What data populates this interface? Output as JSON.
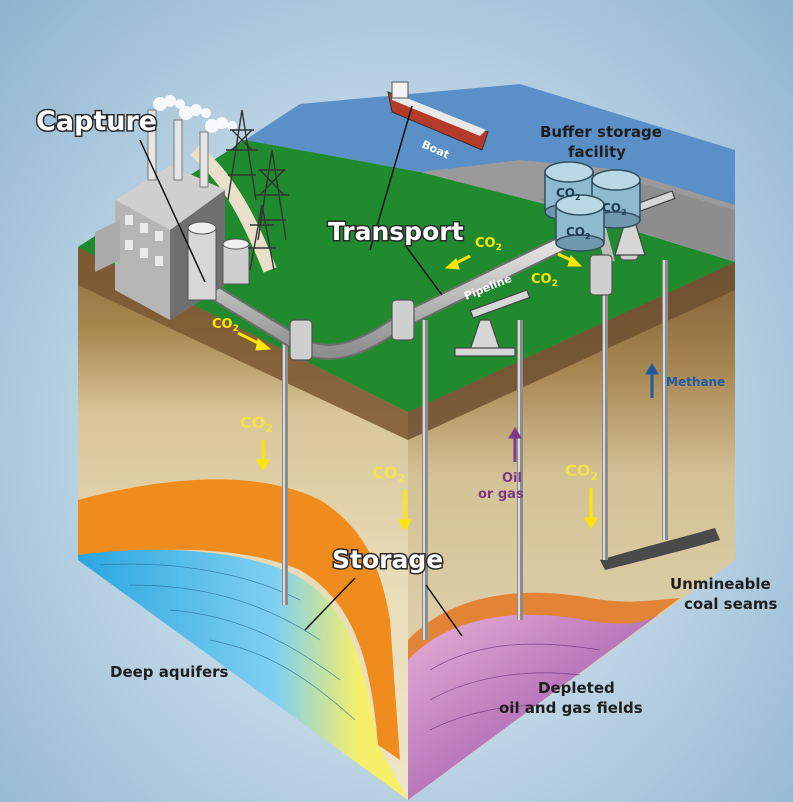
{
  "labels": {
    "capture": "Capture",
    "transport": "Transport",
    "storage": "Storage",
    "boat": "Boat",
    "pipeline": "Pipeline",
    "buffer_line1": "Buffer storage",
    "buffer_line2": "facility",
    "methane": "Methane",
    "oil_line1": "Oil",
    "oil_line2": "or gas",
    "deep_aquifers": "Deep aquifers",
    "depleted_line1": "Depleted",
    "depleted_line2": "oil and gas fields",
    "coal_line1": "Unmineable",
    "coal_line2": "coal seams"
  },
  "co2": {
    "base": "CO",
    "sub": "2"
  },
  "colors": {
    "grass": "#1f8a2e",
    "water": "#5b8fc8",
    "co2_arrow": "#ffe600",
    "methane_arrow": "#1e5aa0",
    "oil_arrow": "#7a3a8a",
    "aquifer": "#2aa6e0",
    "orange_layer": "#f08c1e"
  }
}
